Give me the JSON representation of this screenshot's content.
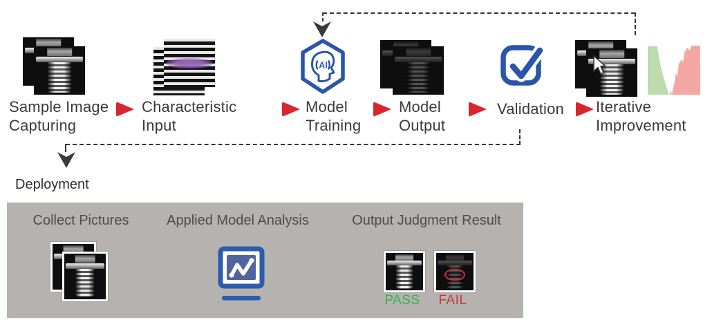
{
  "workflow": {
    "steps": [
      {
        "id": "sample-image-capturing",
        "label": "Sample Image\nCapturing",
        "icon": "stacked-screw-photos"
      },
      {
        "id": "characteristic-input",
        "label": "Characteristic\nInput",
        "icon": "thread-closeup-photos-purple-highlight"
      },
      {
        "id": "model-training",
        "label": "Model\nTraining",
        "icon": "ai-head-hexagon-icon",
        "icon_text": "AI"
      },
      {
        "id": "model-output",
        "label": "Model\nOutput",
        "icon": "dark-screw-photos"
      },
      {
        "id": "validation",
        "label": "Validation",
        "icon": "checkbox-check-icon"
      },
      {
        "id": "iterative-improvement",
        "label": "Iterative\nImprovement",
        "icon": "screw-photo-with-cursor-plus-histogram"
      }
    ]
  },
  "deployment": {
    "title": "Deployment",
    "panels": [
      {
        "label": "Collect Pictures",
        "icon": "stacked-framed-screw-photos"
      },
      {
        "label": "Applied Model Analysis",
        "icon": "monitor-graph-icon"
      },
      {
        "label": "Output Judgment Result",
        "icon": "pass-fail-images",
        "results": [
          {
            "label": "PASS",
            "color": "#2eb64d"
          },
          {
            "label": "FAIL",
            "color": "#c63a3e"
          }
        ]
      }
    ]
  },
  "colors": {
    "flow_arrow_red": "#d9262e",
    "icon_blue": "#2a56a8",
    "panel_gray": "#b6b2af",
    "pass_green": "#2eb64d",
    "fail_red": "#c63a3e",
    "highlight_purple": "#9966bb",
    "histogram_green": "#bcdcae",
    "histogram_red": "#f3a8a3",
    "connector_dark": "#333333"
  }
}
